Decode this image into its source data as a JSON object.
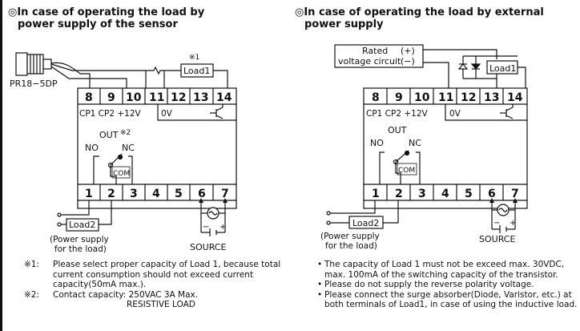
{
  "left": {
    "title_line1": "◎In case of operating the load by",
    "title_line2": "power supply of the sensor",
    "sensor_label": "PR18−5DP",
    "note_marker_1": "※1",
    "note_marker_2": "※2",
    "load1": "Load1",
    "load2": "Load2",
    "out_label": "OUT",
    "no_label": "NO",
    "nc_label": "NC",
    "com_label": "COM",
    "cp_labels": "CP1 CP2 +12V",
    "zero_v": "0V",
    "terminals_top": [
      "8",
      "9",
      "10",
      "11",
      "12",
      "13",
      "14"
    ],
    "terminals_bottom": [
      "1",
      "2",
      "3",
      "4",
      "5",
      "6",
      "7"
    ],
    "power_supply_1": "(Power supply",
    "power_supply_2": "for the load)",
    "source": "SOURCE",
    "minus": "−",
    "plus": "+",
    "notes": [
      {
        "mark": "※1:",
        "text": "Please select proper capacity of Load 1, because total current consumption should not exceed current capacity(50mA max.)."
      },
      {
        "mark": "※2:",
        "text": "Contact capacity: 250VAC 3A Max."
      }
    ],
    "note2_sub": "RESISTIVE LOAD"
  },
  "right": {
    "title_line1": "◎In case of operating the load by external",
    "title_line2": "power supply",
    "rated_1": "Rated",
    "rated_plus": "(+)",
    "rated_2": "voltage circuit",
    "rated_minus": "(−)",
    "load1": "Load1",
    "load2": "Load2",
    "out_label": "OUT",
    "no_label": "NO",
    "nc_label": "NC",
    "com_label": "COM",
    "cp_labels": "CP1 CP2 +12V",
    "zero_v": "0V",
    "terminals_top": [
      "8",
      "9",
      "10",
      "11",
      "12",
      "13",
      "14"
    ],
    "terminals_bottom": [
      "1",
      "2",
      "3",
      "4",
      "5",
      "6",
      "7"
    ],
    "power_supply_1": "(Power supply",
    "power_supply_2": "for the load)",
    "source": "SOURCE",
    "minus": "−",
    "plus": "+",
    "notes": [
      "The capacity of Load 1 must not be exceed max. 30VDC, max. 100mA of the switching capacity of the transistor.",
      "Please do not supply the reverse polarity voltage.",
      "Please connect the surge absorber(Diode, Varistor, etc.) at both terminals of Load1, in case of using the inductive load."
    ]
  },
  "bullet_char": "•"
}
